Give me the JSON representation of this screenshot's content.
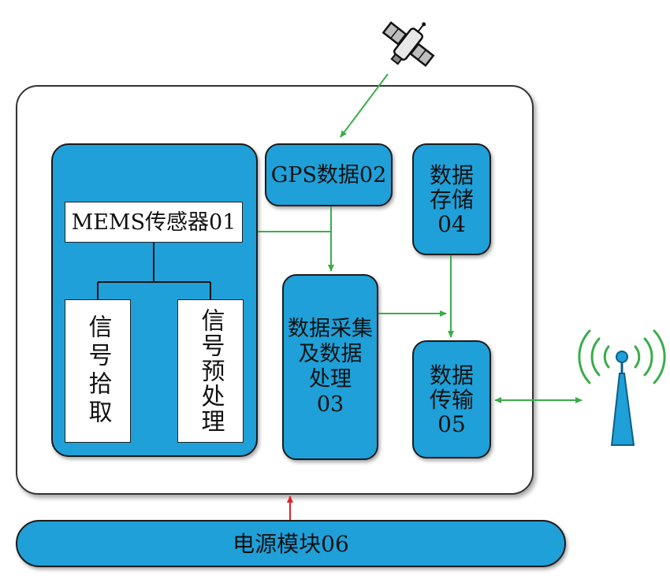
{
  "modules": {
    "mems": "MEMS传感器01",
    "signal_pickup": "信号拾取",
    "signal_preprocess": "信号预处理",
    "gps": "GPS数据02",
    "processing": [
      "数据采集",
      "及数据",
      "处理",
      "03"
    ],
    "storage": [
      "数据",
      "存储",
      "04"
    ],
    "transmission": [
      "数据",
      "传输",
      "05"
    ],
    "power": "电源模块06"
  },
  "colors": {
    "module_fill": "#1fa0d8",
    "arrow_green": "#3aad4a",
    "arrow_red": "#e02424",
    "antenna": "#1fa0d8"
  },
  "icons": [
    "satellite-icon",
    "antenna-tower-icon"
  ]
}
